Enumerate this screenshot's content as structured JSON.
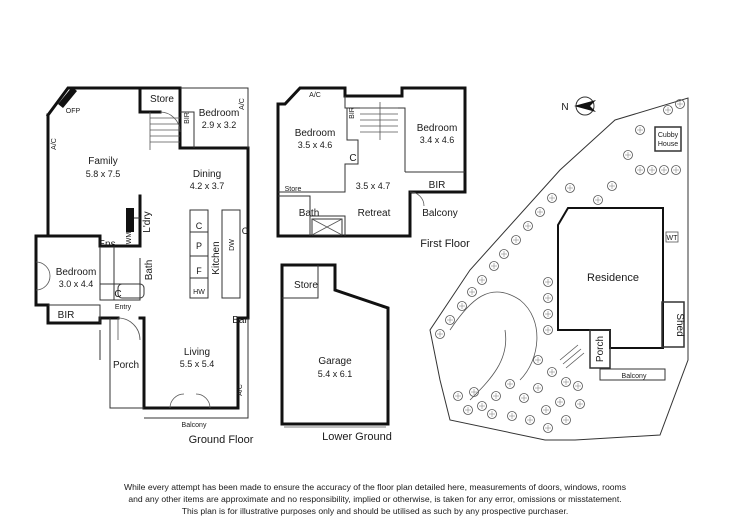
{
  "floors": {
    "ground": {
      "title": "Ground Floor",
      "rooms": {
        "family": {
          "name": "Family",
          "size": "5.8 x 7.5"
        },
        "dining": {
          "name": "Dining",
          "size": "4.2 x 3.7"
        },
        "bedroom_main": {
          "name": "Bedroom",
          "size": "2.9 x 3.2"
        },
        "bedroom_side": {
          "name": "Bedroom",
          "size": "3.0 x 4.4"
        },
        "living": {
          "name": "Living",
          "size": "5.5 x 5.4"
        },
        "store": "Store",
        "bir_top": "BIR",
        "bir_bottom": "BIR",
        "ofp": "OFP",
        "ac_left": "A/C",
        "ac_bed": "A/C",
        "ac_living": "A/C",
        "ldry": "L'dry",
        "ens": "Ens",
        "bath": "Bath",
        "kitchen": "Kitchen",
        "pantry": "P",
        "fridge": "F",
        "c1": "C",
        "c2": "C",
        "c3": "C",
        "dw": "DW",
        "hw": "HW",
        "bar": "Bar",
        "entry": "Entry",
        "porch": "Porch",
        "balcony": "Balcony",
        "wm": "WM"
      }
    },
    "first": {
      "title": "First Floor",
      "rooms": {
        "bedroom_left": {
          "name": "Bedroom",
          "size": "3.5 x 4.6"
        },
        "bedroom_right": {
          "name": "Bedroom",
          "size": "3.4 x 4.6"
        },
        "retreat": {
          "name": "Retreat",
          "size": "3.5 x 4.7"
        },
        "ac": "A/C",
        "bir_left": "BIR",
        "bir_right": "BIR",
        "c": "C",
        "store": "Store",
        "bath": "Bath",
        "balcony": "Balcony"
      }
    },
    "lower": {
      "title": "Lower Ground",
      "rooms": {
        "store": "Store",
        "garage": {
          "name": "Garage",
          "size": "5.4 x 6.1"
        }
      }
    }
  },
  "site": {
    "north": "N",
    "cubby": [
      "Cubby",
      "House"
    ],
    "residence": "Residence",
    "wt": "WT",
    "shed": "Shed",
    "porch": "Porch",
    "balcony": "Balcony"
  },
  "disclaimer": [
    "While every attempt has been made to ensure the accuracy of the floor plan detailed here, measurements of doors, windows, rooms",
    "and any other items are approximate and no responsibility, implied or otherwise, is taken for any error, omissions or misstatement.",
    "This plan is for illustrative purposes only and should be utilised as such by any prospective purchaser."
  ]
}
